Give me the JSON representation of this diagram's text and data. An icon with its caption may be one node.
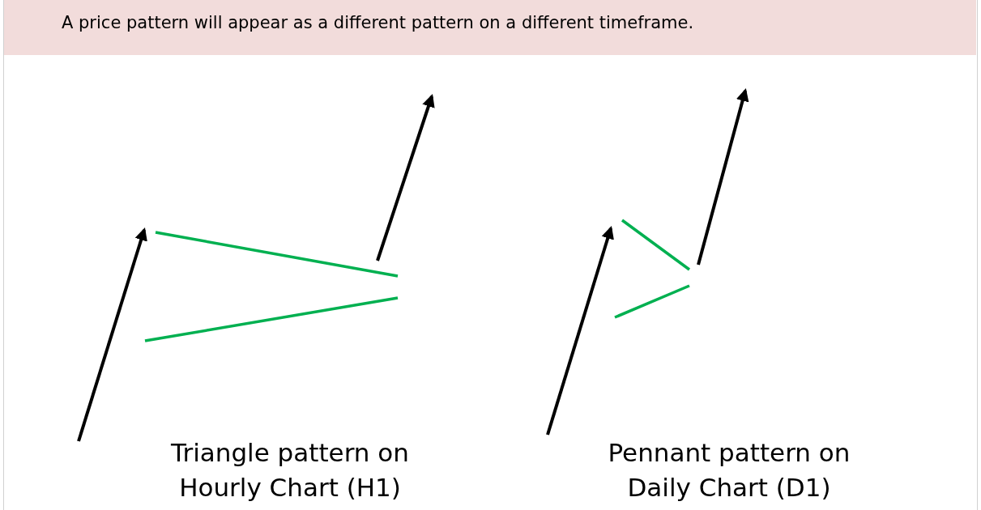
{
  "diagram": {
    "title": "A price pattern will appear as a different pattern on a different timeframe.",
    "labels": [
      "Triangle pattern on Hourly Chart (H1)",
      "Pennant pattern on Daily Chart (D1)"
    ]
  }
}
